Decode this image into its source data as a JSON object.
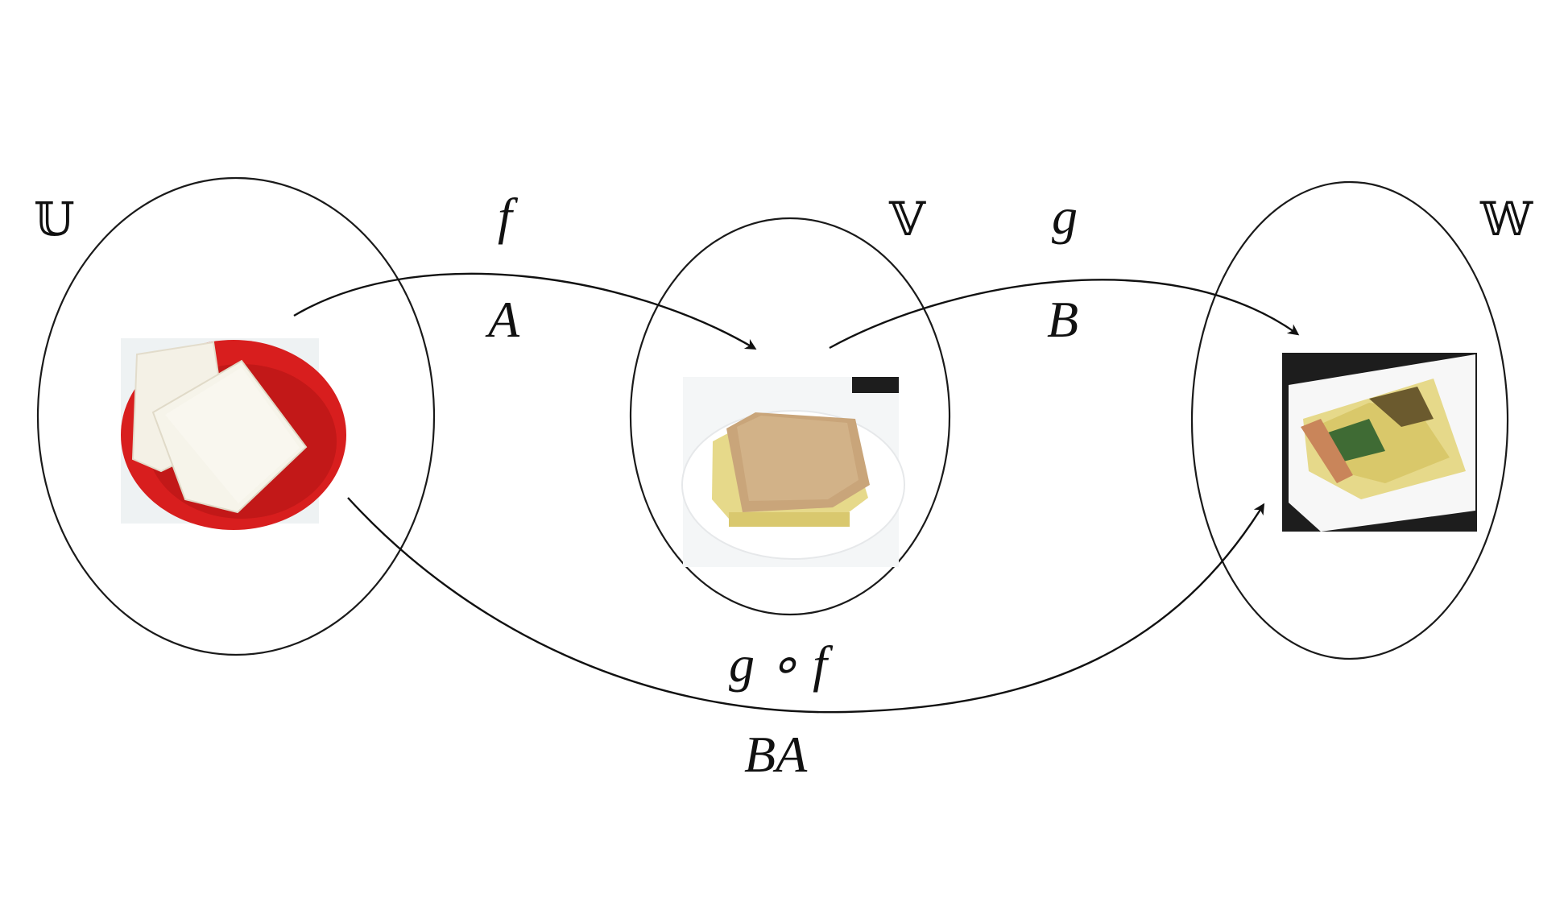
{
  "sets": {
    "u": {
      "label": "𝕌",
      "content": "bread-slices-image"
    },
    "v": {
      "label": "𝕍",
      "content": "toasted-sandwich-image"
    },
    "w": {
      "label": "𝕎",
      "content": "omelette-sandwich-image"
    }
  },
  "arrows": {
    "f": {
      "function_label": "f",
      "matrix_label": "A"
    },
    "g": {
      "function_label": "g",
      "matrix_label": "B"
    },
    "gf": {
      "function_label": "g ∘ f",
      "matrix_label": "BA"
    }
  },
  "colors": {
    "line": "#111111",
    "plate_red": "#d81e1e",
    "bread": "#f4f1e6",
    "toast": "#c9a57a",
    "egg": "#e6d98a",
    "greens": "#3f6b34",
    "plate_white": "#f7f7f7",
    "dark_background": "#1d1d1d"
  }
}
